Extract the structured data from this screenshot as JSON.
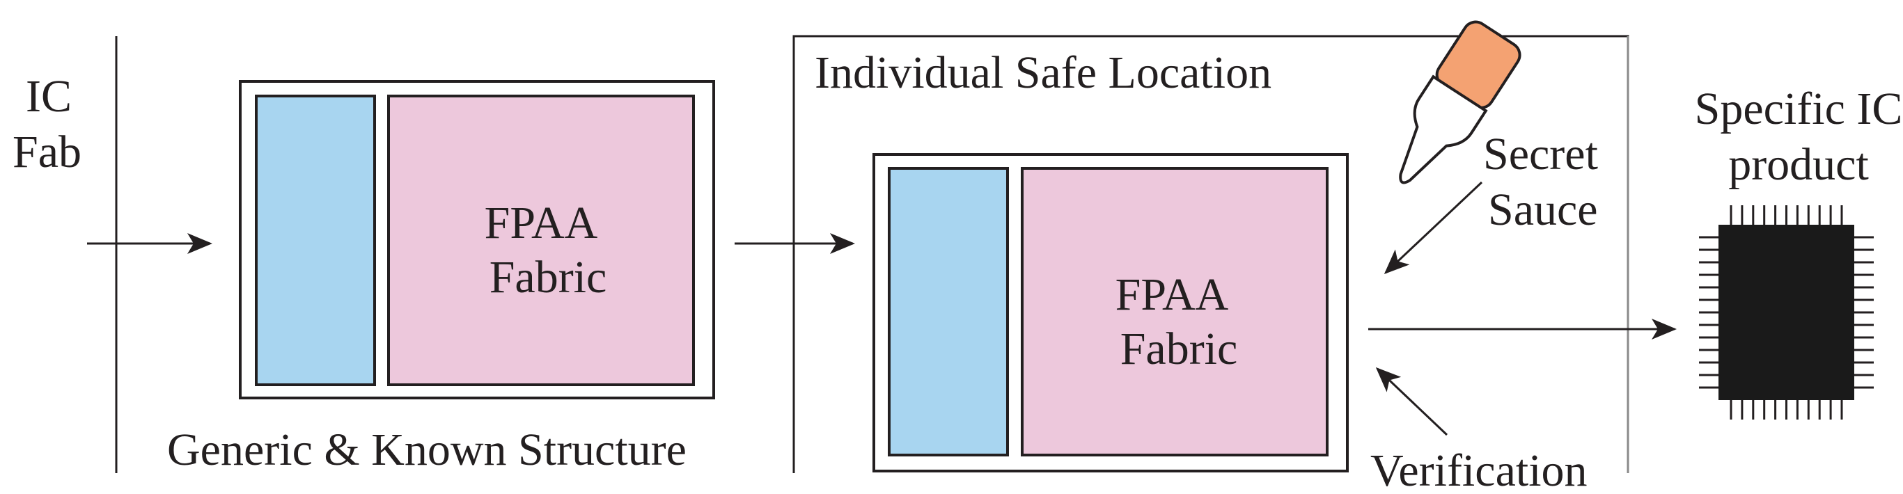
{
  "labels": {
    "ic_fab_line1": "IC",
    "ic_fab_line2": "Fab",
    "generic_caption": "Generic & Known Structure",
    "safe_location": "Individual Safe Location",
    "fabric_line1": "FPAA",
    "fabric_line2": "Fabric",
    "secret_line1": "Secret",
    "secret_line2": "Sauce",
    "verification": "Verification",
    "product_line1": "Specific IC",
    "product_line2": "product"
  },
  "icons": {
    "dropper": "dropper-icon",
    "chip": "chip-icon"
  },
  "colors": {
    "blue_block": "#a8d5f0",
    "pink_fabric": "#edc8dc",
    "dropper_tip": "#f4a272",
    "chip": "#1a1a1a",
    "ink": "#231f20",
    "safe_border": "#8a8a8a"
  }
}
